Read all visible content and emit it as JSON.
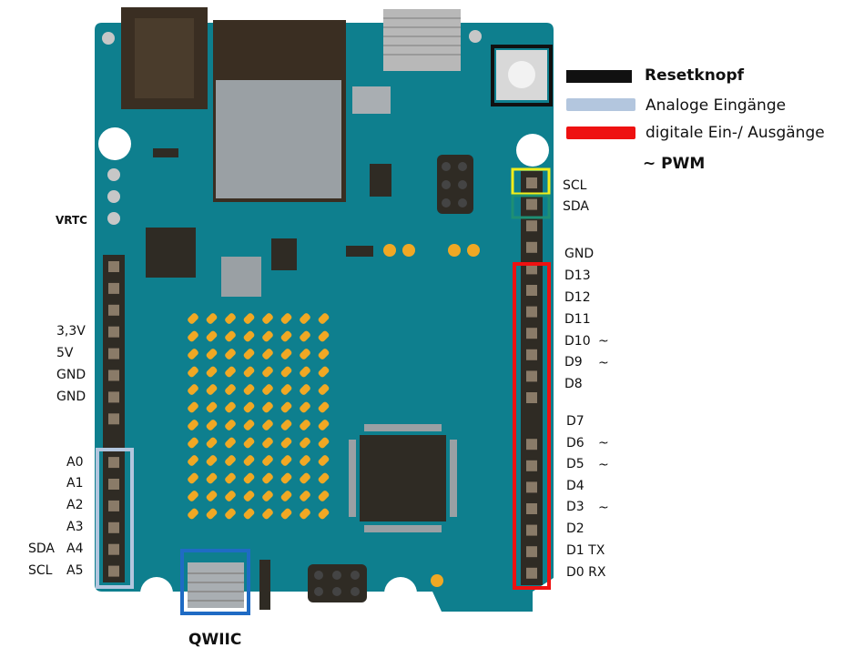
{
  "legend": {
    "reset": {
      "label": "Resetknopf",
      "color": "#111111"
    },
    "analog": {
      "label": "Analoge Eingänge",
      "color": "#b3c6de"
    },
    "digital": {
      "label": "digitale Ein-/ Ausgänge",
      "color": "#ee1111"
    },
    "pwm": {
      "label": "~ PWM"
    }
  },
  "left_labels": {
    "vrtc": "VRTC",
    "v33": "3,3V",
    "v5": "5V",
    "gnd1": "GND",
    "gnd2": "GND",
    "a0": "A0",
    "a1": "A1",
    "a2": "A2",
    "a3": "A3",
    "a4": "A4",
    "a5": "A5",
    "sda": "SDA",
    "scl": "SCL"
  },
  "right_labels": {
    "scl": "SCL",
    "sda": "SDA",
    "gnd": "GND",
    "d13": "D13",
    "d12": "D12",
    "d11": "D11",
    "d10": "D10",
    "d9": "D9",
    "d8": "D8",
    "d7": "D7",
    "d6": "D6",
    "d5": "D5",
    "d4": "D4",
    "d3": "D3",
    "d2": "D2",
    "d1": "D1 TX",
    "d0": "D0 RX"
  },
  "pwm_mark": "~",
  "qwiic": "QWIIC",
  "colors": {
    "board": "#0e7f8e",
    "header": "#2f2b24",
    "led": "#f0a824",
    "highlight_scl": "#f2ee1a",
    "highlight_sda": "#1e8f74",
    "highlight_qwiic": "#1f6bc4"
  }
}
